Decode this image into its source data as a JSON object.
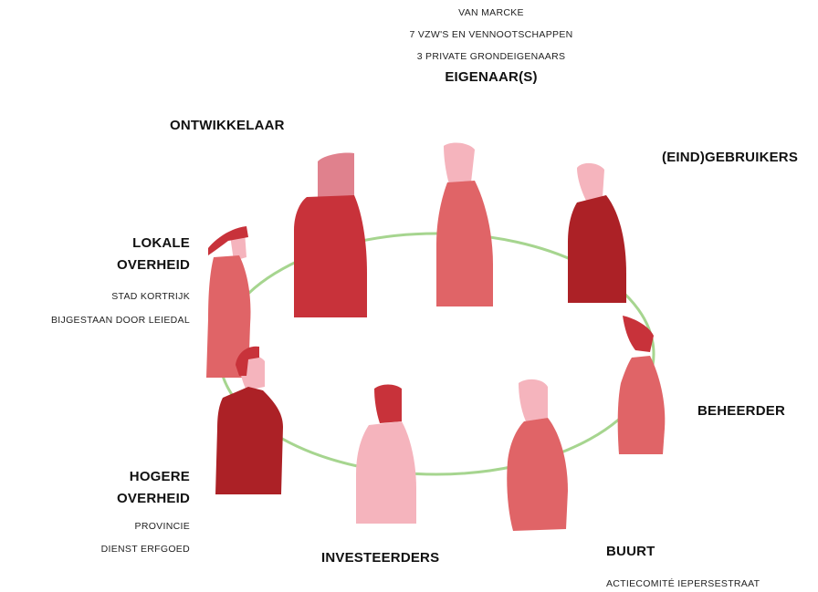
{
  "diagram": {
    "colors": {
      "ring": "#a6d58f",
      "dark_red": "#ac2126",
      "red": "#c8323a",
      "mid_red": "#e06467",
      "pink": "#f5b4bd",
      "rose": "#e0818d"
    },
    "eigenaars": {
      "details": [
        "VAN MARCKE",
        "7 VZW'S EN VENNOOTSCHAPPEN",
        "3 PRIVATE GRONDEIGENAARS"
      ],
      "title": "EIGENAAR(S)"
    },
    "ontwikkelaar": {
      "title": "ONTWIKKELAAR"
    },
    "gebruikers": {
      "title": "(EIND)GEBRUIKERS"
    },
    "lokale_overheid": {
      "title_lines": [
        "LOKALE",
        "OVERHEID"
      ],
      "details": [
        "STAD KORTRIJK",
        "BIJGESTAAN DOOR LEIEDAL"
      ]
    },
    "beheerder": {
      "title": "BEHEERDER"
    },
    "hogere_overheid": {
      "title_lines": [
        "HOGERE",
        "OVERHEID"
      ],
      "details": [
        "PROVINCIE",
        "DIENST ERFGOED"
      ]
    },
    "investeerders": {
      "title": "INVESTEERDERS"
    },
    "buurt": {
      "title": "BUURT",
      "details": [
        "ACTIECOMITÉ IEPERSESTRAAT"
      ]
    }
  }
}
